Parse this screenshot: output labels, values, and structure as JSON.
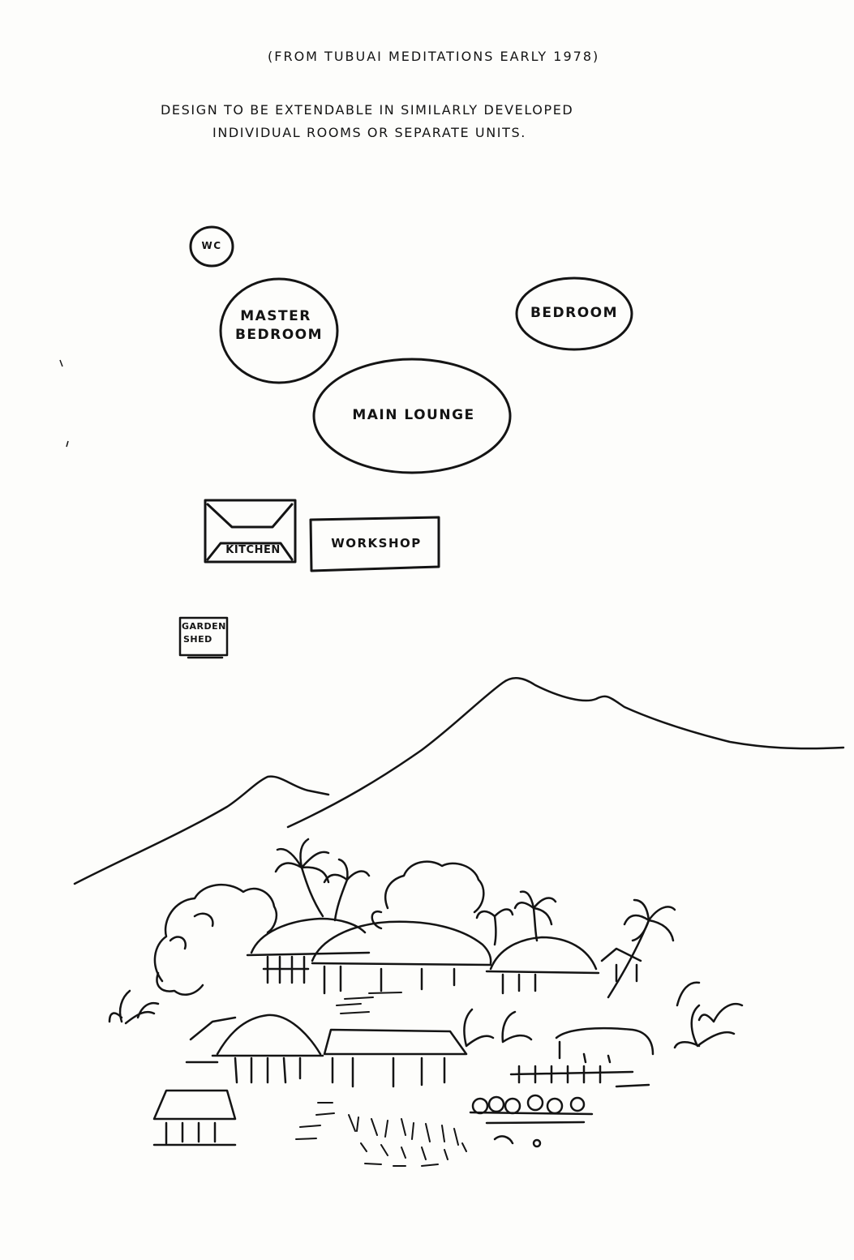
{
  "header": {
    "source_note": "(FROM TUBUAI MEDITATIONS EARLY 1978)",
    "design_note_line1": "DESIGN TO BE EXTENDABLE IN SIMILARLY DEVELOPED",
    "design_note_line2": "INDIVIDUAL ROOMS OR SEPARATE UNITS."
  },
  "rooms": {
    "wc": "WC",
    "master_bedroom_line1": "MASTER",
    "master_bedroom_line2": "BEDROOM",
    "bedroom": "BEDROOM",
    "main_lounge": "MAIN LOUNGE",
    "kitchen": "KITCHEN",
    "workshop": "WORKSHOP",
    "garden_shed_line1": "GARDEN",
    "garden_shed_line2": "SHED"
  },
  "colors": {
    "ink": "#141414",
    "paper": "#fdfdfb"
  }
}
